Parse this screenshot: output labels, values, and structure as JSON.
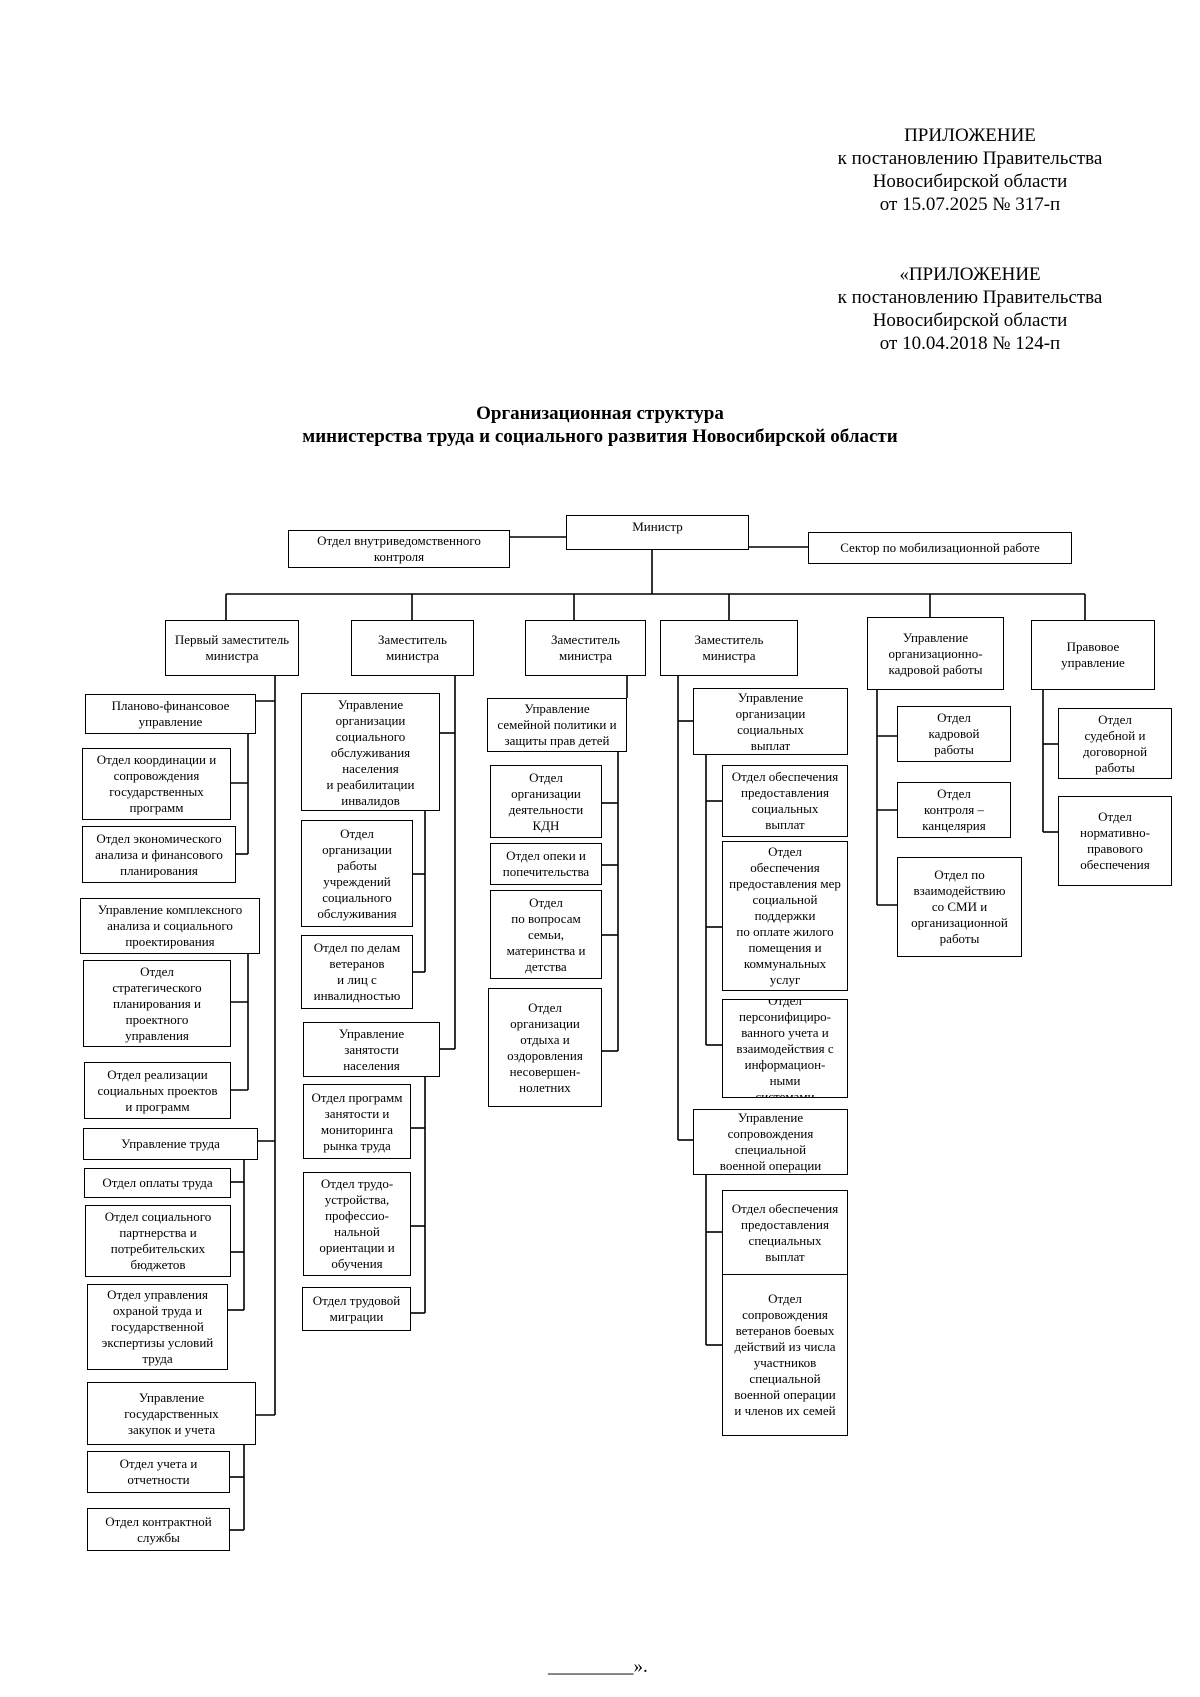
{
  "header": {
    "current": [
      "ПРИЛОЖЕНИЕ",
      "к постановлению Правительства",
      "Новосибирской области",
      "от 15.07.2025  № 317-п"
    ],
    "previous": [
      "«ПРИЛОЖЕНИЕ",
      "к постановлению Правительства",
      "Новосибирской области",
      "от 10.04.2018 № 124-п"
    ]
  },
  "title": {
    "line1": "Организационная структура",
    "line2": "министерства труда и социального развития Новосибирской области"
  },
  "org": {
    "minister": "Министр",
    "internal_control": "Отдел внутриведомственного\nконтроля",
    "mobilization": "Сектор по мобилизационной работе",
    "first_deputy": "Первый заместитель\nминистра",
    "deputy": "Заместитель\nминистра",
    "hr_directorate": "Управление\nорганизационно-\nкадровой работы",
    "legal_directorate": "Правовое\nуправление",
    "col1": [
      "Планово-финансовое\nуправление",
      "Отдел координации и\nсопровождения\nгосударственных\nпрограмм",
      "Отдел экономического\nанализа и финансового\nпланирования",
      "Управление комплексного\nанализа и социального\nпроектирования",
      "Отдел\nстратегического\nпланирования и\nпроектного\nуправления",
      "Отдел реализации\nсоциальных проектов\nи программ",
      "Управление труда",
      "Отдел оплаты труда",
      "Отдел социального\nпартнерства и\nпотребительских\nбюджетов",
      "Отдел управления\nохраной труда и\nгосударственной\nэкспертизы условий\nтруда",
      "Управление\nгосударственных\nзакупок и учета",
      "Отдел учета и\nотчетности",
      "Отдел контрактной\nслужбы"
    ],
    "col2": [
      "Управление\nорганизации\nсоциального\nобслуживания\nнаселения\nи реабилитации\nинвалидов",
      "Отдел\nорганизации\nработы\nучреждений\nсоциального\nобслуживания",
      "Отдел по делам\nветеранов\nи лиц с\nинвалидностью",
      "Управление\nзанятости\nнаселения",
      "Отдел программ\nзанятости и\nмониторинга\nрынка труда",
      "Отдел трудо-\nустройства,\nпрофессио-\nнальной\nориентации и\nобучения",
      "Отдел трудовой\nмиграции"
    ],
    "col3": [
      "Управление\nсемейной политики и\nзащиты прав детей",
      "Отдел\nорганизации\nдеятельности\nКДН",
      "Отдел опеки и\nпопечительства",
      "Отдел\nпо вопросам\nсемьи,\nматеринства и\nдетства",
      "Отдел\nорганизации\nотдыха и\nоздоровления\nнесовершен-\nнолетних"
    ],
    "col4": [
      "Управление\nорганизации\nсоциальных\nвыплат",
      "Отдел обеспечения\nпредоставления\nсоциальных\nвыплат",
      "Отдел\nобеспечения\nпредоставления мер\nсоциальной\nподдержки\nпо оплате жилого\nпомещения и\nкоммунальных\nуслуг",
      "Отдел\nперсонифициро-\nванного учета и\nвзаимодействия с\nинформацион-\nными\nсистемами",
      "Управление\nсопровождения\nспециальной\nвоенной операции",
      "Отдел обеспечения\nпредоставления\nспециальных\nвыплат",
      "Отдел\nсопровождения\nветеранов боевых\nдействий из числа\nучастников\nспециальной\nвоенной операции\nи членов их семей"
    ],
    "col5": [
      "Отдел\nкадровой\nработы",
      "Отдел\nконтроля –\nканцелярия",
      "Отдел по\nвзаимодействию\nсо СМИ и\nорганизационной\nработы"
    ],
    "col6": [
      "Отдел\nсудебной и\nдоговорной\nработы",
      "Отдел\nнормативно-\nправового\nобеспечения"
    ]
  },
  "footer": "_________»."
}
